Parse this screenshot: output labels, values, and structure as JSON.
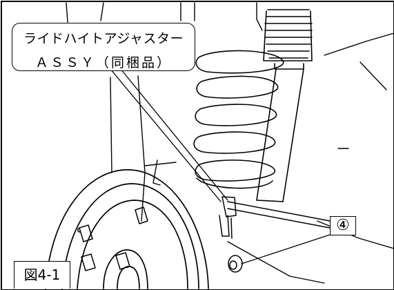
{
  "callout": {
    "line1": "ライドハイトアジャスター",
    "line2": "ＡＳＳＹ（同梱品）"
  },
  "marker": {
    "label": "④"
  },
  "figure": {
    "label": "図4‑1"
  },
  "colors": {
    "line": "#000000",
    "background": "#ffffff"
  }
}
